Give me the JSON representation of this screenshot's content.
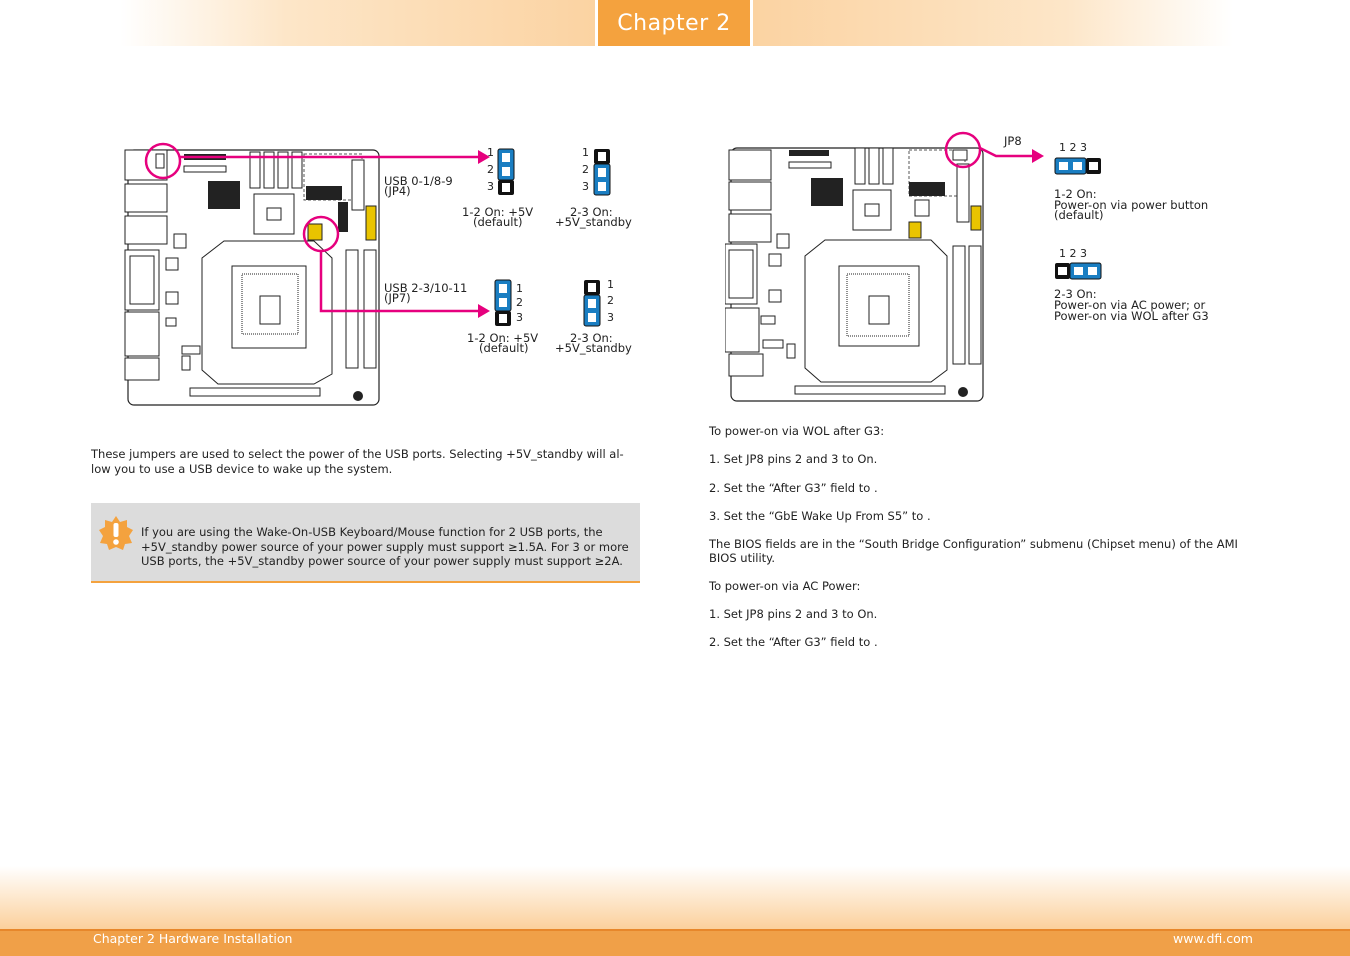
{
  "header": {
    "chapter_tab": "Chapter 2"
  },
  "left": {
    "jp4_label": "USB 0-1/8-9",
    "jp4_id": "(JP4)",
    "jp7_label": "USB 2-3/10-11",
    "jp7_id": "(JP7)",
    "pin1": "1",
    "pin2": "2",
    "pin3": "3",
    "opt_12_title": "1-2 On: +5V",
    "opt_12_sub": "(default)",
    "opt_23_title": "2-3 On:",
    "opt_23_sub": "+5V_standby",
    "description_line1": "These jumpers are used to select the power of the USB ports. Selecting +5V_standby will al-",
    "description_line2": "low you to use a USB device to wake up the system.",
    "note_line1": "If you are using the Wake-On-USB Keyboard/Mouse function for 2 USB ports, the",
    "note_line2": "+5V_standby power source of your power supply must support ≥1.5A. For 3 or more",
    "note_line3": "USB ports, the +5V_standby power source of your power supply must support ≥2A."
  },
  "right": {
    "jp8_label": "JP8",
    "pins_header": "1  2  3",
    "opt1_title": "1-2 On:",
    "opt1_line1": "Power-on via power button",
    "opt1_line2": "(default)",
    "opt2_title": "2-3 On:",
    "opt2_line1": "Power-on via AC power; or",
    "opt2_line2": "Power-on via WOL after G3",
    "wol_title": "To power-on via WOL after G3:",
    "wol_step1": "1.   Set JP8 pins 2 and 3 to On.",
    "wol_step2": "2.   Set the “After G3” field to                          .",
    "wol_step3": "3.   Set the “GbE Wake Up From S5” to              .",
    "bios_line1": "The BIOS fields are in the “South Bridge Configuration” submenu (Chipset menu) of the AMI",
    "bios_line2": "BIOS utility.",
    "ac_title": "To power-on via AC Power:",
    "ac_step1": "1.   Set JP8 pins 2 and 3 to On.",
    "ac_step2": "2.   Set the “After G3” field to                 ."
  },
  "footer": {
    "left_text": "Chapter 2 Hardware Installation",
    "right_text": "www.dfi.com"
  },
  "colors": {
    "accent_orange": "#f4a23e",
    "pointer_pink": "#e6007e",
    "jumper_blue": "#1a7ec2"
  }
}
